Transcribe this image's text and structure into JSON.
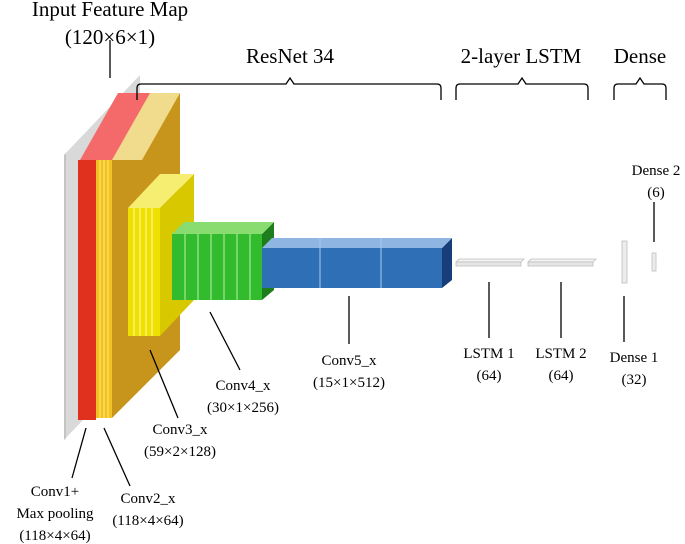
{
  "title": {
    "line1": "Input Feature Map",
    "line2": "(120×6×1)"
  },
  "groups": {
    "resnet": "ResNet 34",
    "lstm": "2-layer LSTM",
    "dense": "Dense"
  },
  "layers": {
    "conv1": {
      "name1": "Conv1+",
      "name2": "Max pooling",
      "dims": "(118×4×64)"
    },
    "conv2": {
      "name": "Conv2_x",
      "dims": "(118×4×64)"
    },
    "conv3": {
      "name": "Conv3_x",
      "dims": "(59×2×128)"
    },
    "conv4": {
      "name": "Conv4_x",
      "dims": "(30×1×256)"
    },
    "conv5": {
      "name": "Conv5_x",
      "dims": "(15×1×512)"
    },
    "lstm1": {
      "name": "LSTM 1",
      "dims": "(64)"
    },
    "lstm2": {
      "name": "LSTM 2",
      "dims": "(64)"
    },
    "dense1": {
      "name": "Dense 1",
      "dims": "(32)"
    },
    "dense2": {
      "name": "Dense 2",
      "dims": "(6)"
    }
  },
  "colors": {
    "input": "#d8d8d8",
    "conv1": "#e0301e",
    "conv2": "#c8951c",
    "conv3": "#f0e000",
    "conv4": "#33bb2e",
    "conv5": "#2f6fb5",
    "fc": "#e6e6e6"
  }
}
